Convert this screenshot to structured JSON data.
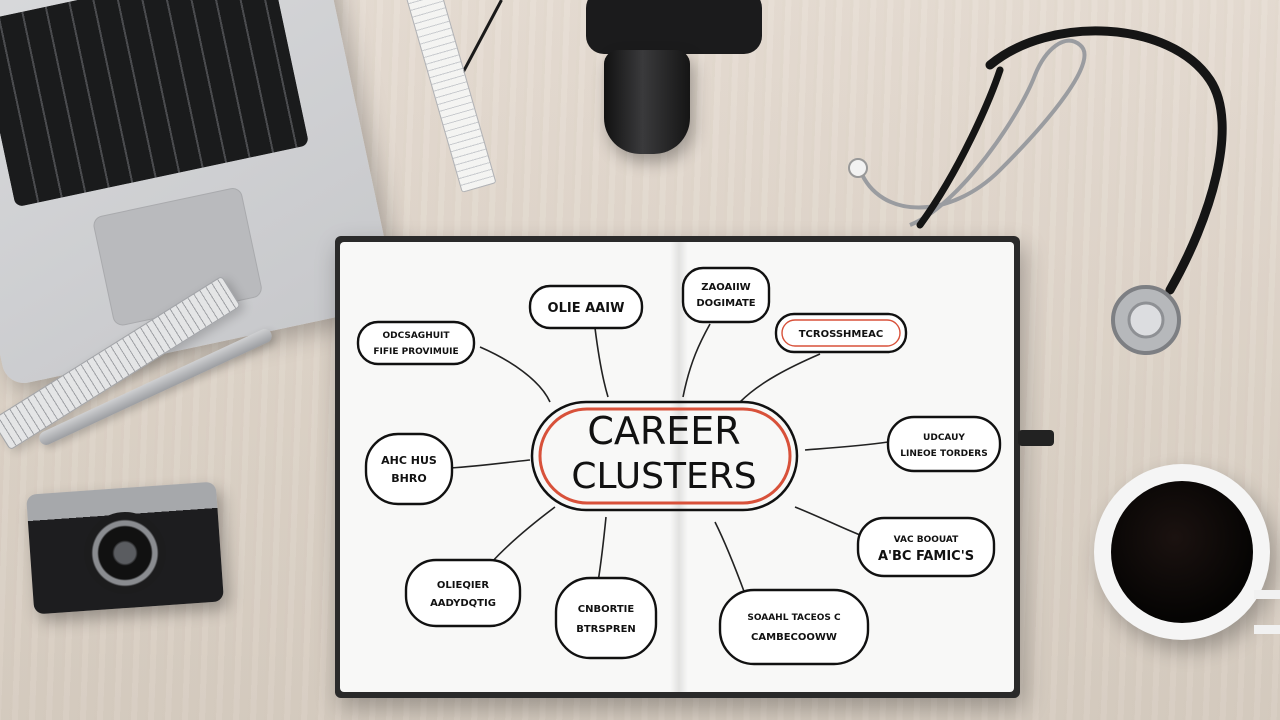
{
  "notebook": {
    "center_line1": "CAREER",
    "center_line2": "CLUSTERS",
    "bubbles": [
      {
        "line1": "OLIE AAIW",
        "line2": ""
      },
      {
        "line1": "ZAOAIIW",
        "line2": "DOGIMATE"
      },
      {
        "line1": "TCROSSHMEAC",
        "line2": ""
      },
      {
        "line1": "ODCSAGHUIT",
        "line2": "FIFIE PROVIMUIE"
      },
      {
        "line1": "UDCAUY",
        "line2": "LINEOE TORDERS"
      },
      {
        "line1": "AHC HUS",
        "line2": "BHRO"
      },
      {
        "line1": "VAC BOOUAT",
        "line2": "A'BC FAMIC'S"
      },
      {
        "line1": "OLIEQIER",
        "line2": "AADYDQTIG"
      },
      {
        "line1": "CNBORTIE",
        "line2": "BTRSPREN"
      },
      {
        "line1": "SOAAHL TACEOS C",
        "line2": "CAMBECOOWW"
      }
    ]
  },
  "colors": {
    "accent_ring": "#d8513a",
    "ink": "#111111"
  }
}
